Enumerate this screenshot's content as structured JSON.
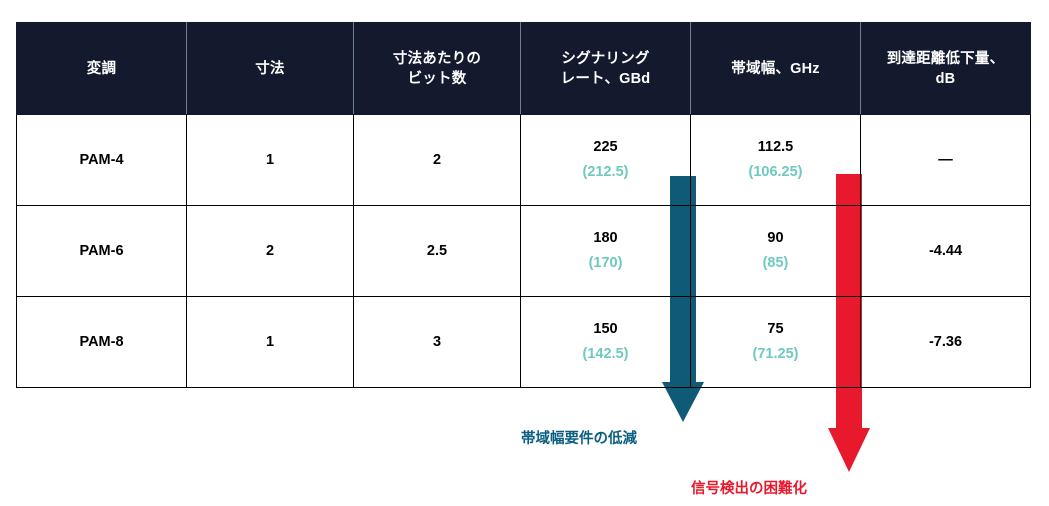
{
  "table": {
    "headers": [
      {
        "name": "modulation",
        "lines": [
          "変調"
        ]
      },
      {
        "name": "dimensions",
        "lines": [
          "寸法"
        ]
      },
      {
        "name": "bits-per-dimension",
        "lines": [
          "寸法あたりの",
          "ビット数"
        ]
      },
      {
        "name": "signaling-rate",
        "lines": [
          "シグナリング",
          "レート、GBd"
        ]
      },
      {
        "name": "bandwidth",
        "lines": [
          "帯域幅、GHz"
        ]
      },
      {
        "name": "reach-penalty",
        "lines": [
          "到達距離低下量、",
          "dB"
        ]
      }
    ],
    "rows": [
      {
        "modulation": "PAM-4",
        "dimensions": "1",
        "bits_per_dimension": "2",
        "signaling_rate": {
          "main": "225",
          "sub": "(212.5)"
        },
        "bandwidth": {
          "main": "112.5",
          "sub": "(106.25)"
        },
        "reach_penalty": "—"
      },
      {
        "modulation": "PAM-6",
        "dimensions": "2",
        "bits_per_dimension": "2.5",
        "signaling_rate": {
          "main": "180",
          "sub": "(170)"
        },
        "bandwidth": {
          "main": "90",
          "sub": "(85)"
        },
        "reach_penalty": "-4.44"
      },
      {
        "modulation": "PAM-8",
        "dimensions": "1",
        "bits_per_dimension": "3",
        "signaling_rate": {
          "main": "150",
          "sub": "(142.5)"
        },
        "bandwidth": {
          "main": "75",
          "sub": "(71.25)"
        },
        "reach_penalty": "-7.36"
      }
    ]
  },
  "annotations": {
    "bandwidth_arrow": {
      "caption": "帯域幅要件の低減",
      "color": "#0B5E80",
      "shaft_color": "#0E5A77"
    },
    "detection_arrow": {
      "caption": "信号検出の困難化",
      "color": "#E8192C",
      "shaft_color": "#E8192C"
    }
  },
  "colors": {
    "header_background": "#131A2E",
    "header_text": "#FFFFFF",
    "sub_value_text": "#6FC9BE",
    "body_text": "#000000",
    "border": "#000000"
  }
}
